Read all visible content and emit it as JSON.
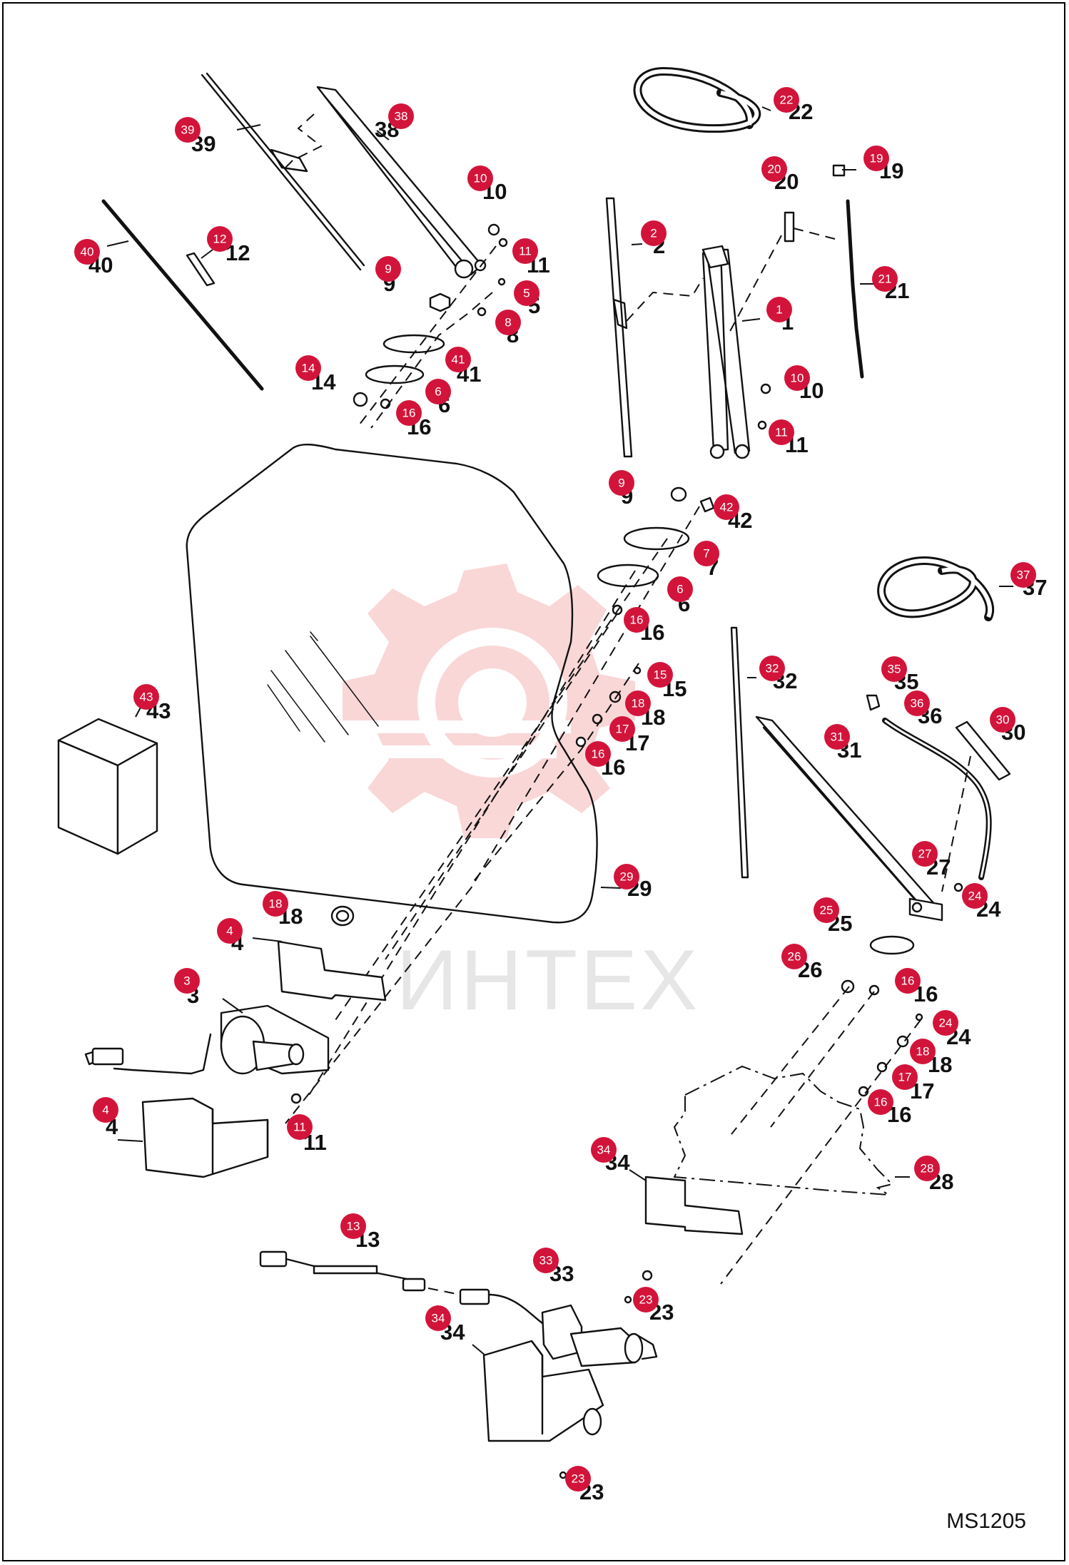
{
  "document": {
    "code": "MS1205",
    "watermark_text": "ИНТЕХ",
    "callout_color": "#d3143a",
    "watermark_color": "#f5b8b8"
  },
  "callouts": [
    {
      "n": "39"
    },
    {
      "n": "38"
    },
    {
      "n": "10"
    },
    {
      "n": "11"
    },
    {
      "n": "40"
    },
    {
      "n": "12"
    },
    {
      "n": "9"
    },
    {
      "n": "5"
    },
    {
      "n": "8"
    },
    {
      "n": "41"
    },
    {
      "n": "14"
    },
    {
      "n": "6"
    },
    {
      "n": "16"
    },
    {
      "n": "22"
    },
    {
      "n": "20"
    },
    {
      "n": "19"
    },
    {
      "n": "2"
    },
    {
      "n": "21"
    },
    {
      "n": "1"
    },
    {
      "n": "10"
    },
    {
      "n": "11"
    },
    {
      "n": "9"
    },
    {
      "n": "42"
    },
    {
      "n": "7"
    },
    {
      "n": "6"
    },
    {
      "n": "37"
    },
    {
      "n": "16"
    },
    {
      "n": "15"
    },
    {
      "n": "18"
    },
    {
      "n": "17"
    },
    {
      "n": "16"
    },
    {
      "n": "32"
    },
    {
      "n": "35"
    },
    {
      "n": "36"
    },
    {
      "n": "30"
    },
    {
      "n": "31"
    },
    {
      "n": "43"
    },
    {
      "n": "27"
    },
    {
      "n": "24"
    },
    {
      "n": "29"
    },
    {
      "n": "18"
    },
    {
      "n": "25"
    },
    {
      "n": "4"
    },
    {
      "n": "26"
    },
    {
      "n": "16"
    },
    {
      "n": "3"
    },
    {
      "n": "24"
    },
    {
      "n": "18"
    },
    {
      "n": "17"
    },
    {
      "n": "16"
    },
    {
      "n": "4"
    },
    {
      "n": "11"
    },
    {
      "n": "28"
    },
    {
      "n": "34"
    },
    {
      "n": "13"
    },
    {
      "n": "33"
    },
    {
      "n": "23"
    },
    {
      "n": "34"
    },
    {
      "n": "23"
    }
  ]
}
